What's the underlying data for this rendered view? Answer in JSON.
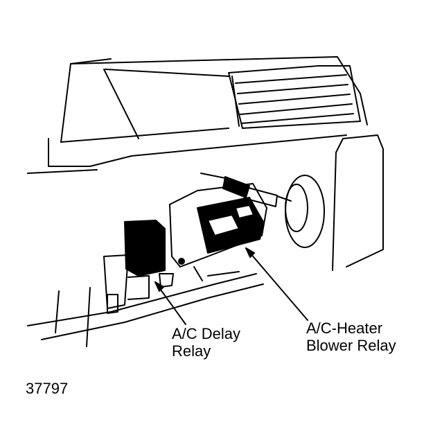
{
  "labels": {
    "delay_relay_line1": "A/C Delay",
    "delay_relay_line2": "Relay",
    "blower_relay_line1": "A/C-Heater",
    "blower_relay_line2": "Blower Relay"
  },
  "figure_number": "37797",
  "colors": {
    "ink": "#000000",
    "paper": "#ffffff"
  }
}
